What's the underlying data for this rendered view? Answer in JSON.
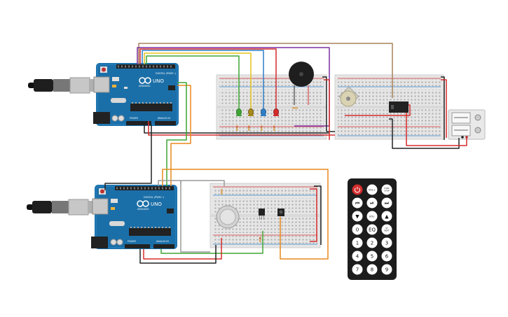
{
  "arduino_top": {
    "brand": "ARDUINO",
    "model": "UNO",
    "digital": "DIGITAL (PWM~)",
    "power": "POWER",
    "analog": "ANALOG IN"
  },
  "arduino_bottom": {
    "brand": "ARDUINO",
    "model": "UNO",
    "digital": "DIGITAL (PWM~)",
    "power": "POWER",
    "analog": "ANALOG IN"
  },
  "remote": {
    "buttons": [
      "",
      "VOL+",
      "FUNC/STOP",
      "⏮",
      "⏯",
      "⏭",
      "▼",
      "VOL-",
      "▲",
      "0",
      "EQ",
      "ST/REPT",
      "1",
      "2",
      "3",
      "4",
      "5",
      "6",
      "7",
      "8",
      "9"
    ]
  },
  "colors": {
    "board": "#1b6fa8",
    "breadboard": "#e6e6e6",
    "wire_red": "#d52c2c",
    "wire_black": "#222222",
    "wire_orange": "#e8891c",
    "wire_green": "#3fa535",
    "wire_yellow": "#e6c31c",
    "wire_blue": "#2f7fc8",
    "wire_purple": "#7b2fa0",
    "wire_brown": "#a7815a",
    "wire_gray": "#9a9a9a"
  }
}
